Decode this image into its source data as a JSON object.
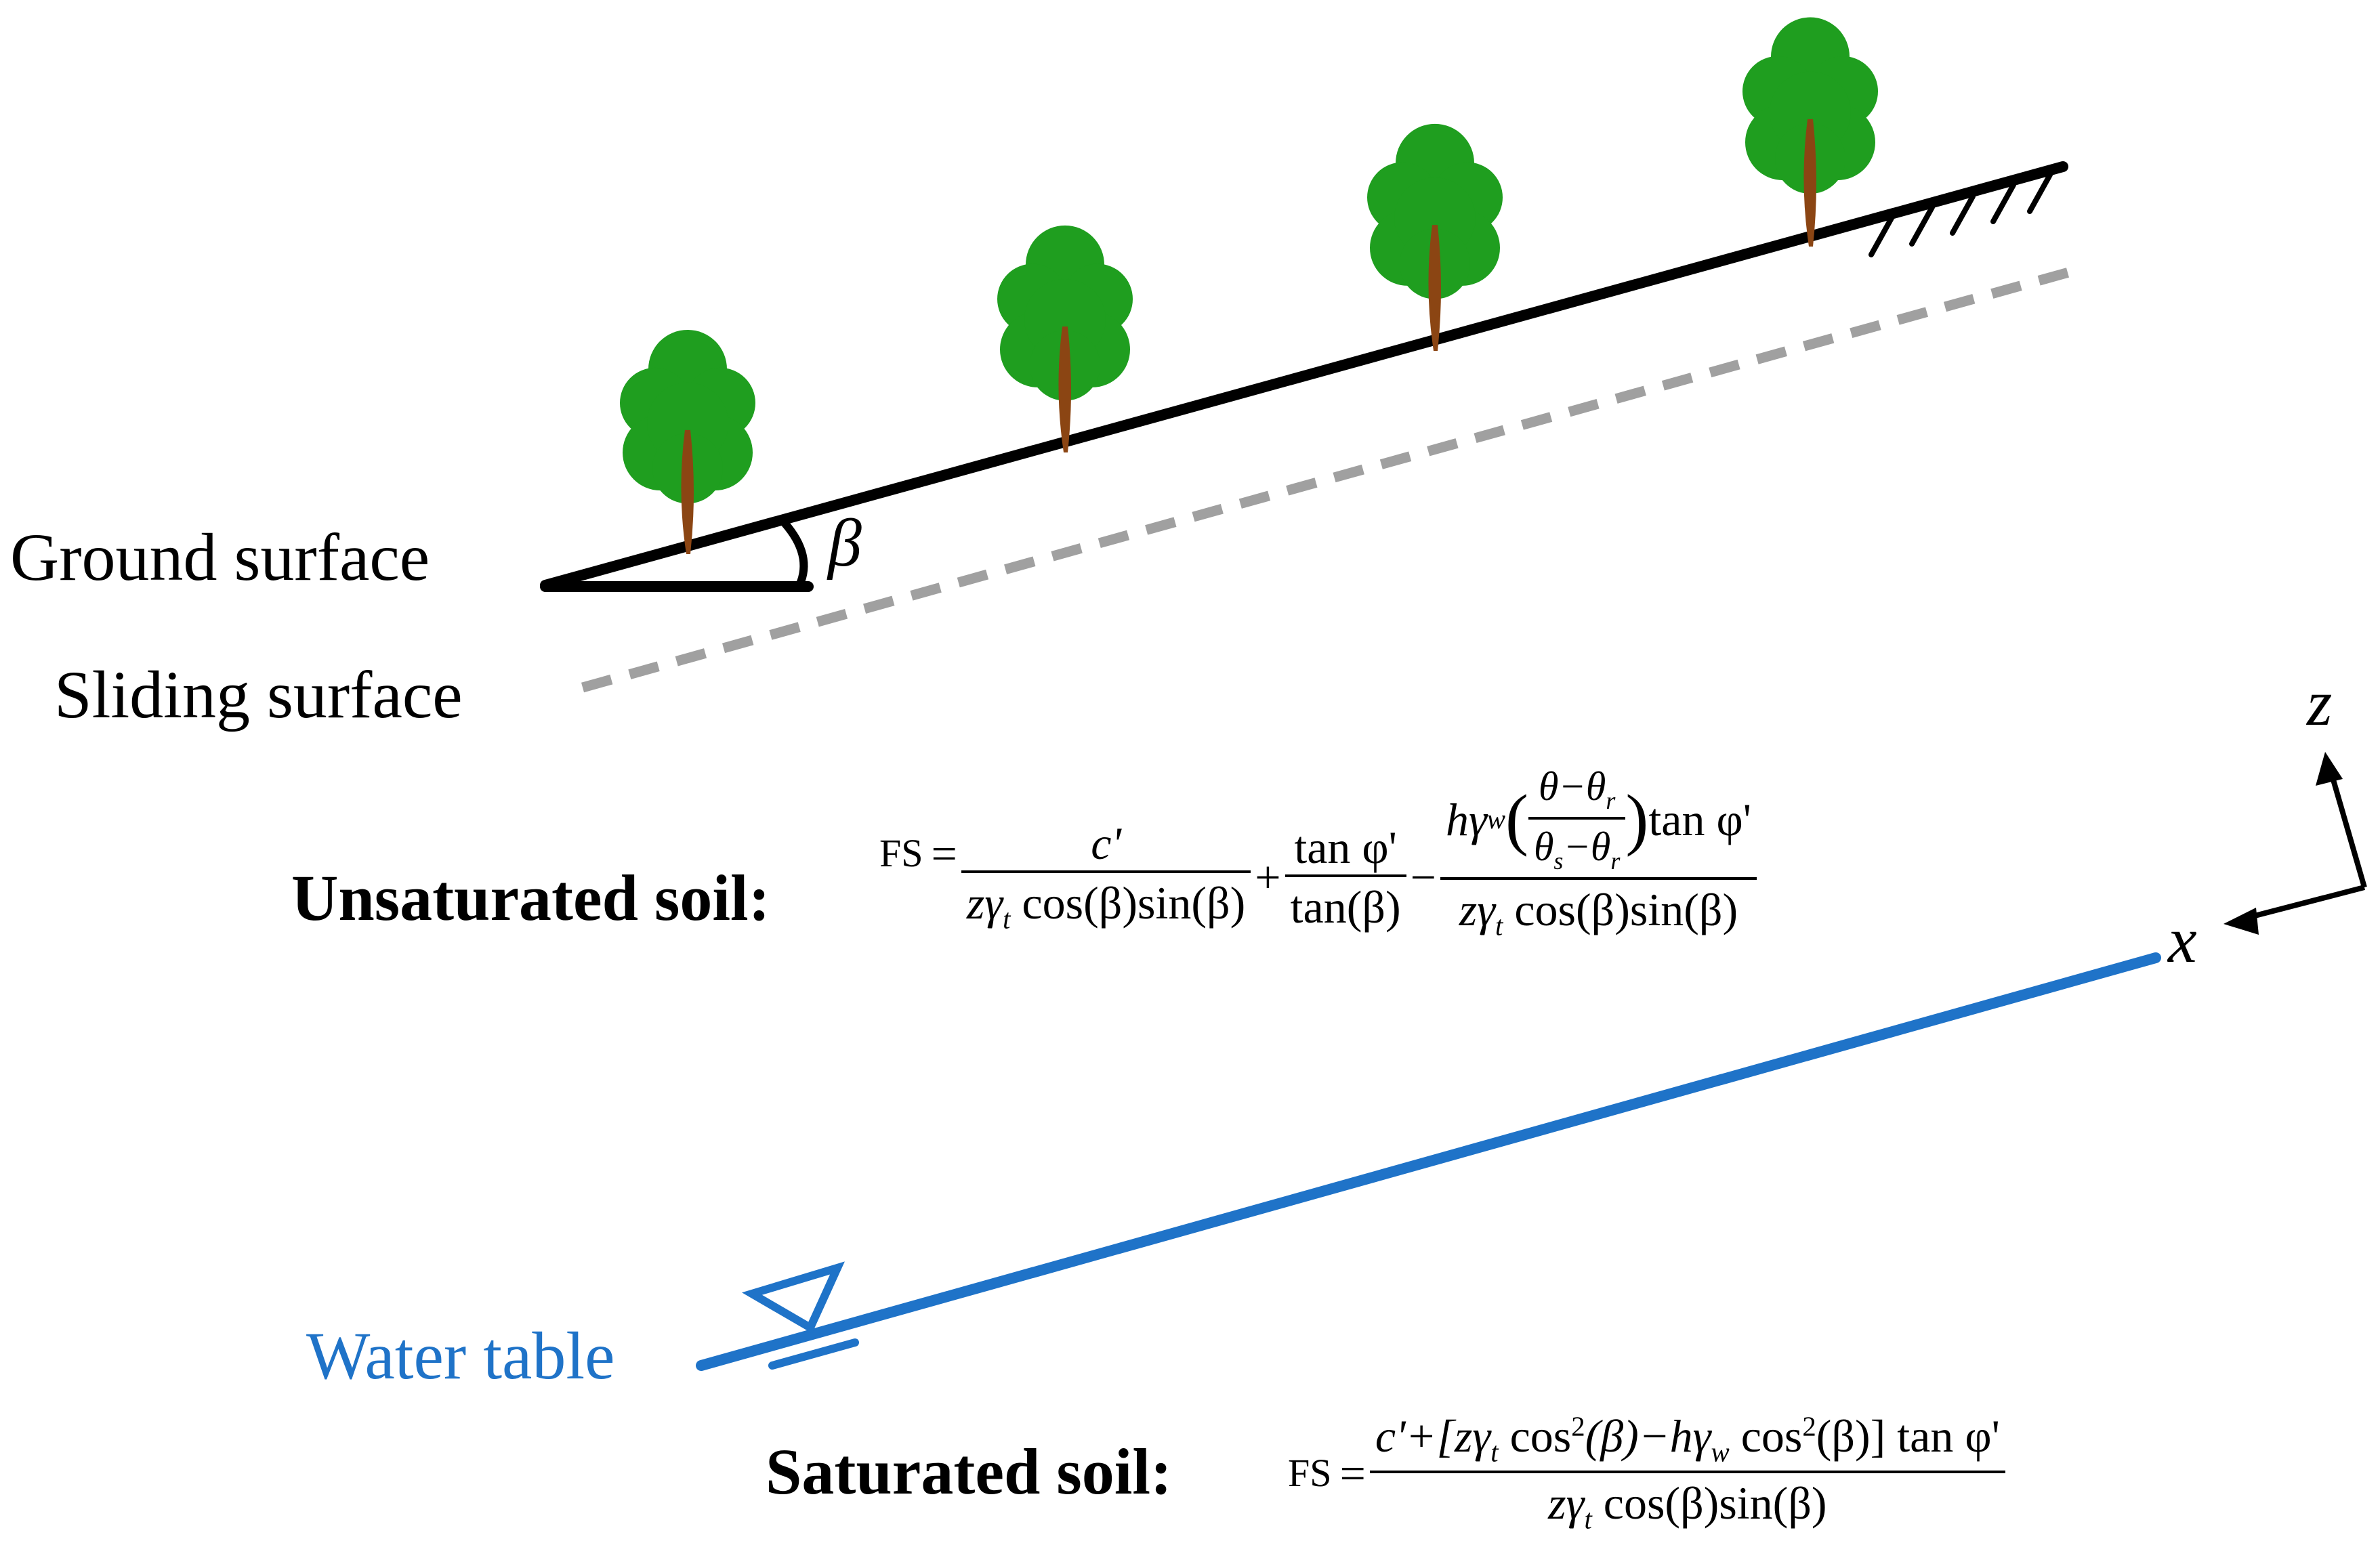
{
  "labels": {
    "ground_surface": "Ground surface",
    "sliding_surface": "Sliding surface",
    "water_table": "Water table",
    "beta": "β",
    "axis_z": "z",
    "axis_x": "x"
  },
  "equations": {
    "unsaturated_label": "Unsaturated soil:",
    "saturated_label": "Saturated soil:",
    "fs": "FS",
    "equals": "=",
    "plus": "+",
    "minus": "−",
    "term1_num": "c'",
    "den_full": "zγ",
    "den_sub": "t",
    "den_trig": " cos(β)sin(β)",
    "tan_phi": "tan φ'",
    "tan_beta": "tan(β)",
    "h_gamma": "hγ",
    "w_sub": "w",
    "theta_minus_theta_r": "θ−θ",
    "r_sub": "r",
    "theta_s": "θ",
    "s_sub": "s",
    "minus_theta_r": "−θ",
    "sat_num_start": "c'+[zγ",
    "cos2": " cos",
    "sq": "2",
    "beta_paren": "(β)",
    "minus_h_gamma": "−hγ",
    "close_tan": "(β)] tan φ'"
  },
  "colors": {
    "ground": "#000000",
    "sliding": "#a0a0a0",
    "water": "#1f73c8",
    "foliage": "#1f9e1f",
    "trunk": "#8b4513"
  }
}
